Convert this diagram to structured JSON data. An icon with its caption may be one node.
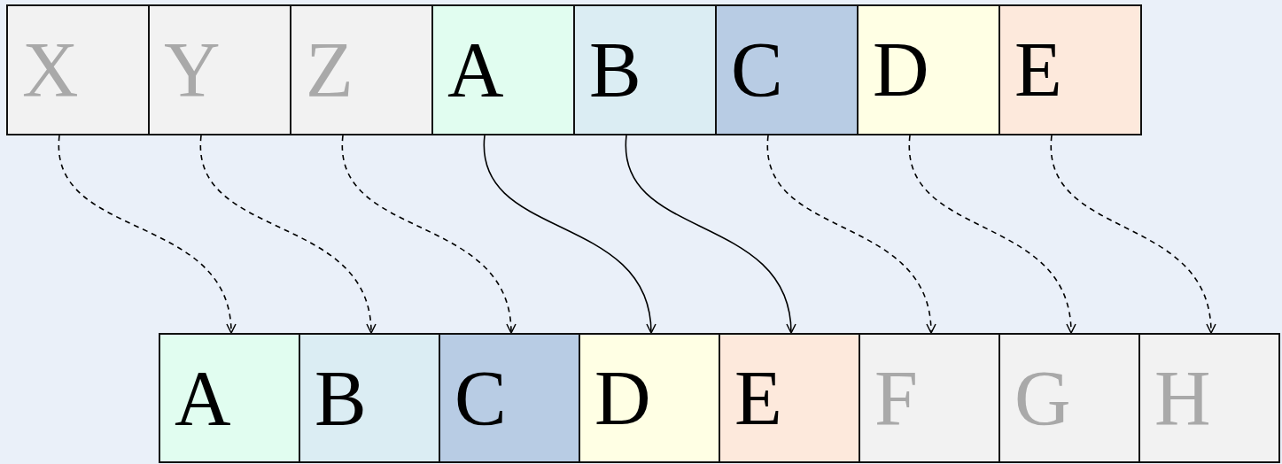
{
  "diagram": {
    "nodes": [
      {
        "text": [
          "X"
        ]
      },
      {
        "text": [
          "Y"
        ]
      },
      {
        "text": [
          "Z"
        ]
      },
      {
        "text": [
          "A"
        ]
      },
      {
        "text": [
          "B"
        ]
      },
      {
        "text": [
          "C"
        ]
      },
      {
        "text": [
          "D"
        ]
      },
      {
        "text": [
          "E"
        ]
      },
      {
        "text": [
          "A"
        ]
      },
      {
        "text": [
          "B"
        ]
      },
      {
        "text": [
          "C"
        ]
      },
      {
        "text": [
          "D"
        ]
      },
      {
        "text": [
          "E"
        ]
      },
      {
        "text": [
          "F"
        ]
      },
      {
        "text": [
          "G"
        ]
      },
      {
        "text": [
          "H"
        ]
      }
    ],
    "edges": [
      {
        "from": 0,
        "to": 8,
        "arrow": "to",
        "style": "dashed"
      },
      {
        "from": 1,
        "to": 9,
        "arrow": "to",
        "style": "dashed"
      },
      {
        "from": 2,
        "to": 10,
        "arrow": "to",
        "style": "dashed"
      },
      {
        "from": 3,
        "to": 11,
        "arrow": "to"
      },
      {
        "from": 4,
        "to": 12,
        "arrow": "to"
      },
      {
        "from": 5,
        "to": 13,
        "arrow": "to",
        "style": "dashed"
      },
      {
        "from": 6,
        "to": 14,
        "arrow": "to",
        "style": "dashed"
      },
      {
        "from": 7,
        "to": 15,
        "arrow": "to",
        "style": "dashed"
      }
    ]
  }
}
